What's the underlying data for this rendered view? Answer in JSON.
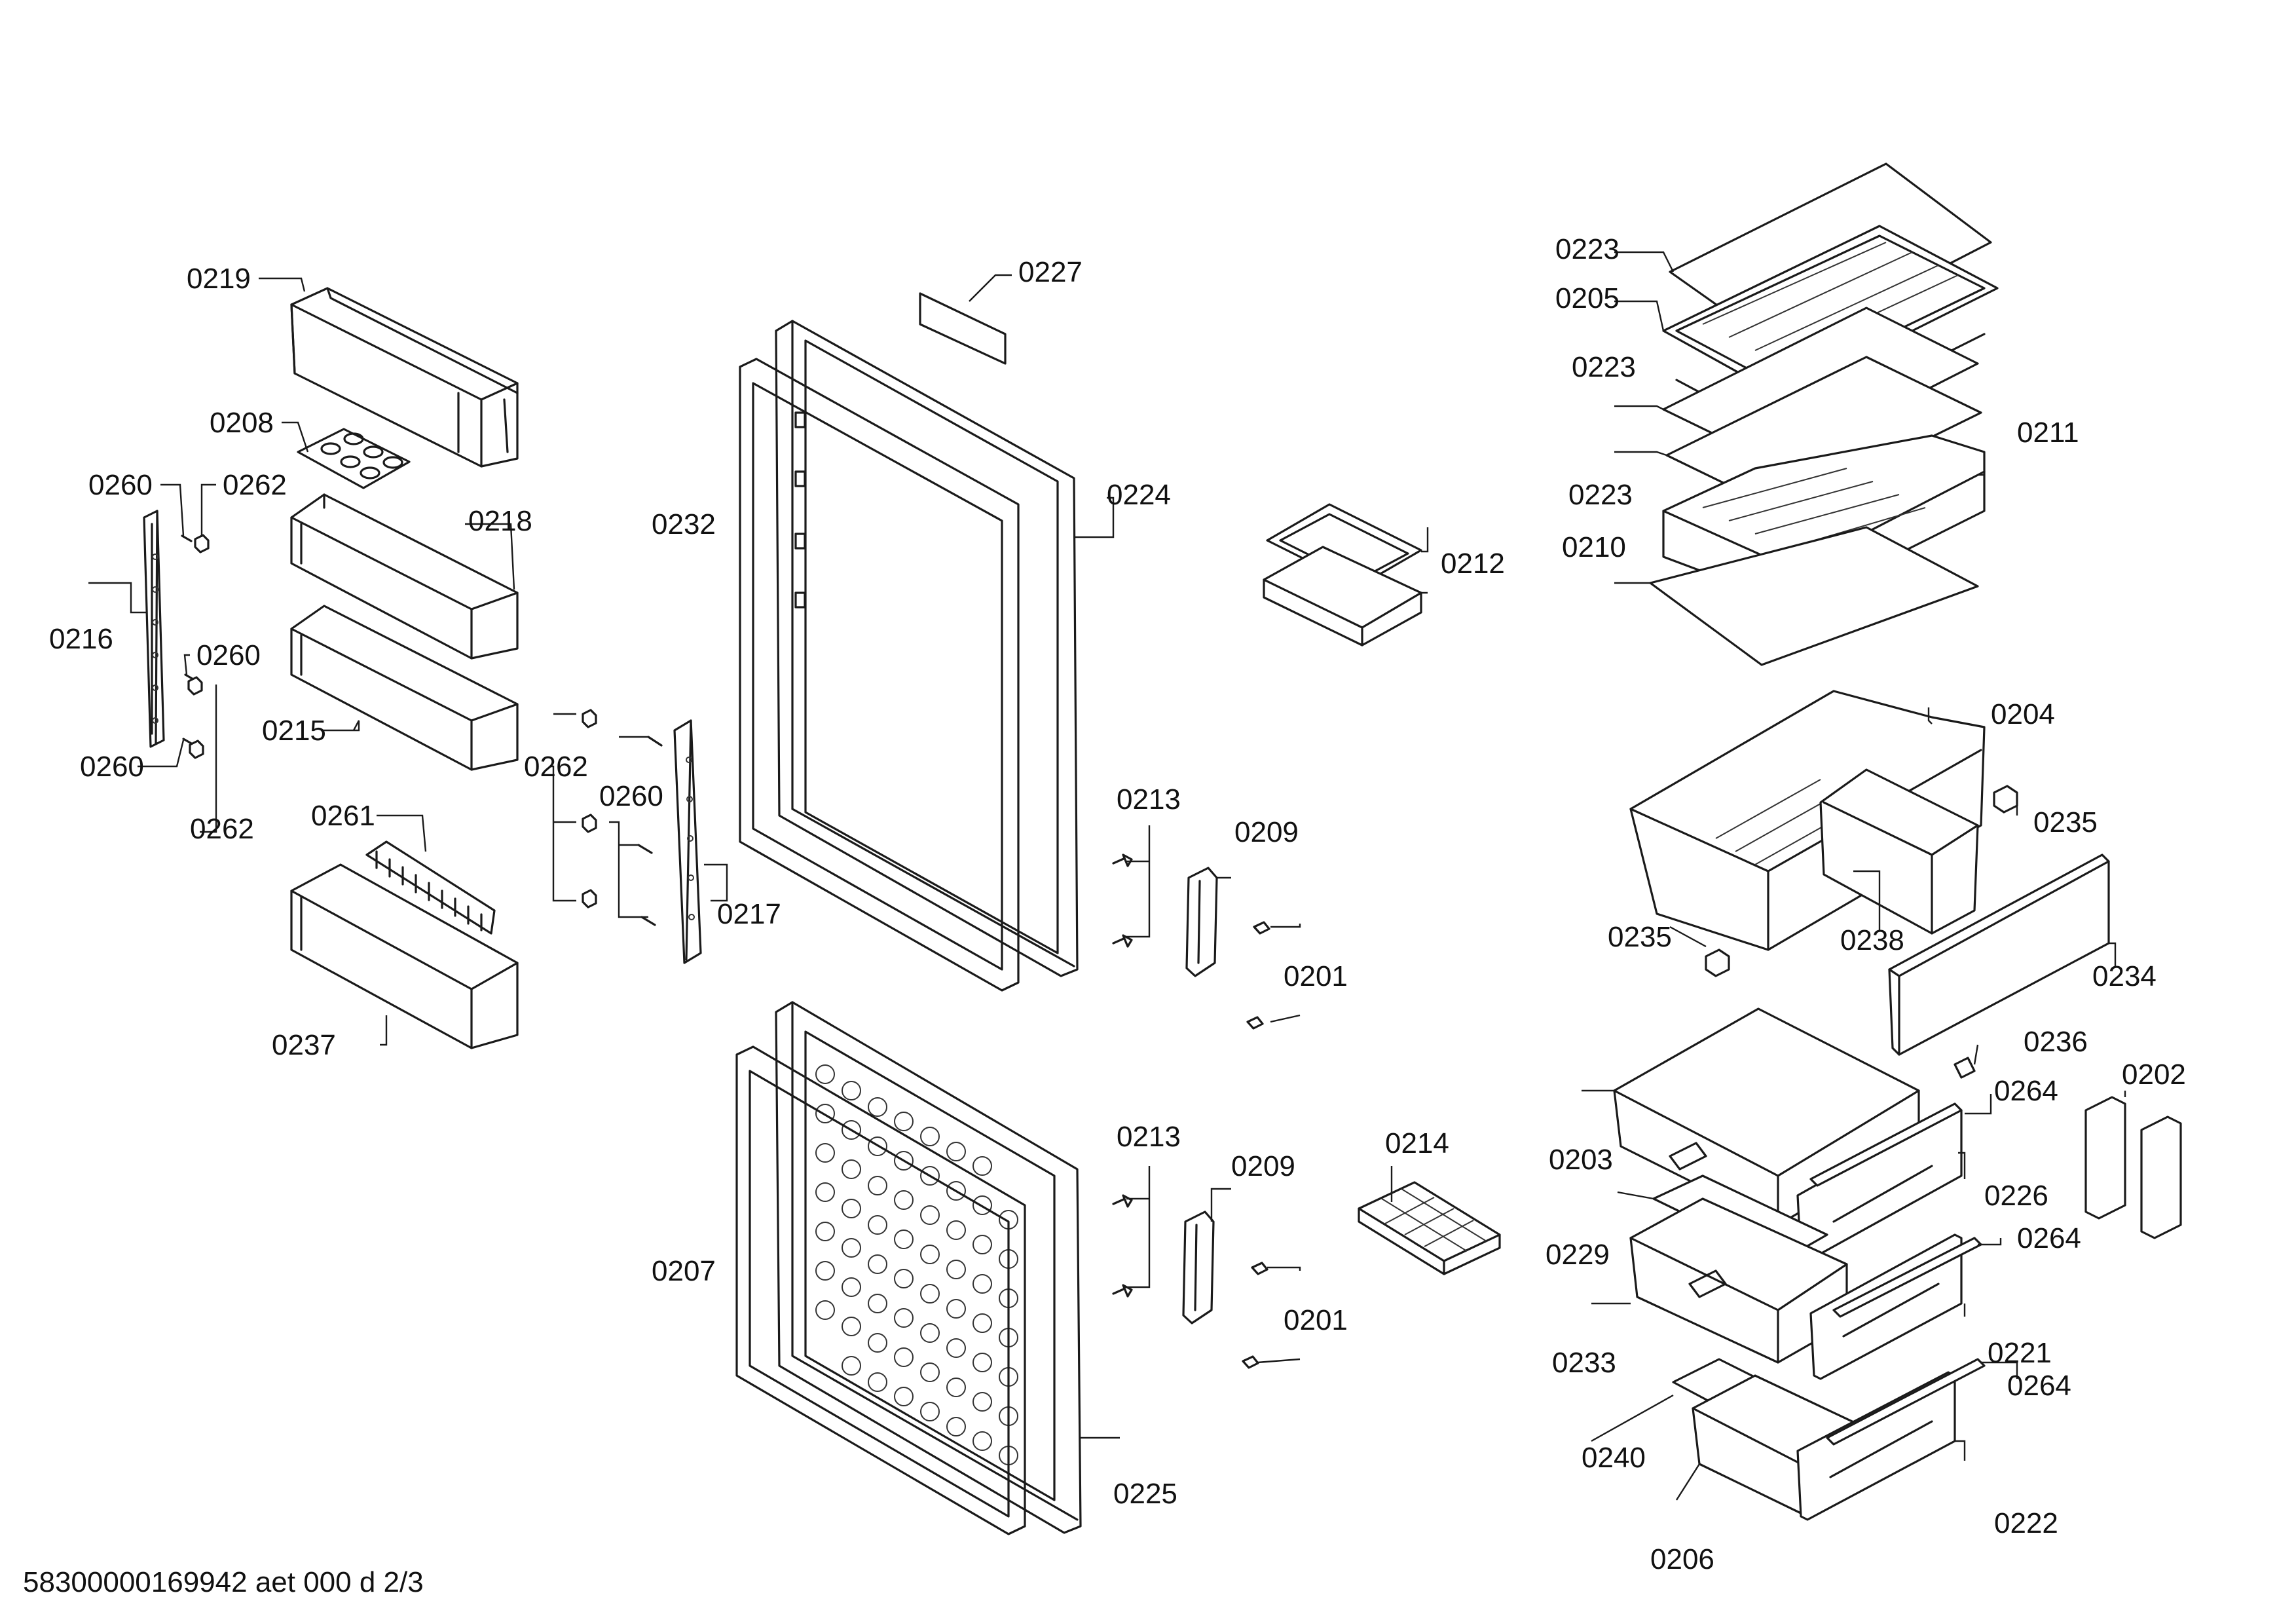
{
  "footer": {
    "text": "58300000169942 aet 000 d 2/3"
  },
  "callouts": [
    {
      "id": "0219",
      "text": "0219"
    },
    {
      "id": "0208",
      "text": "0208"
    },
    {
      "id": "0260a",
      "text": "0260"
    },
    {
      "id": "0262a",
      "text": "0262"
    },
    {
      "id": "0218",
      "text": "0218"
    },
    {
      "id": "0216",
      "text": "0216"
    },
    {
      "id": "0260b",
      "text": "0260"
    },
    {
      "id": "0215",
      "text": "0215"
    },
    {
      "id": "0260c",
      "text": "0260"
    },
    {
      "id": "0262b",
      "text": "0262"
    },
    {
      "id": "0261",
      "text": "0261"
    },
    {
      "id": "0237",
      "text": "0237"
    },
    {
      "id": "0262c",
      "text": "0262"
    },
    {
      "id": "0260d",
      "text": "0260"
    },
    {
      "id": "0217",
      "text": "0217"
    },
    {
      "id": "0227",
      "text": "0227"
    },
    {
      "id": "0232",
      "text": "0232"
    },
    {
      "id": "0224",
      "text": "0224"
    },
    {
      "id": "0213a",
      "text": "0213"
    },
    {
      "id": "0209a",
      "text": "0209"
    },
    {
      "id": "0201a",
      "text": "0201"
    },
    {
      "id": "0212",
      "text": "0212"
    },
    {
      "id": "0207",
      "text": "0207"
    },
    {
      "id": "0225",
      "text": "0225"
    },
    {
      "id": "0213b",
      "text": "0213"
    },
    {
      "id": "0209b",
      "text": "0209"
    },
    {
      "id": "0201b",
      "text": "0201"
    },
    {
      "id": "0214",
      "text": "0214"
    },
    {
      "id": "0223a",
      "text": "0223"
    },
    {
      "id": "0205",
      "text": "0205"
    },
    {
      "id": "0223b",
      "text": "0223"
    },
    {
      "id": "0223c",
      "text": "0223"
    },
    {
      "id": "0211",
      "text": "0211"
    },
    {
      "id": "0210",
      "text": "0210"
    },
    {
      "id": "0204",
      "text": "0204"
    },
    {
      "id": "0235a",
      "text": "0235"
    },
    {
      "id": "0235b",
      "text": "0235"
    },
    {
      "id": "0238",
      "text": "0238"
    },
    {
      "id": "0234",
      "text": "0234"
    },
    {
      "id": "0236",
      "text": "0236"
    },
    {
      "id": "0202",
      "text": "0202"
    },
    {
      "id": "0264a",
      "text": "0264"
    },
    {
      "id": "0203",
      "text": "0203"
    },
    {
      "id": "0226",
      "text": "0226"
    },
    {
      "id": "0229",
      "text": "0229"
    },
    {
      "id": "0264b",
      "text": "0264"
    },
    {
      "id": "0233",
      "text": "0233"
    },
    {
      "id": "0221",
      "text": "0221"
    },
    {
      "id": "0264c",
      "text": "0264"
    },
    {
      "id": "0240",
      "text": "0240"
    },
    {
      "id": "0222",
      "text": "0222"
    },
    {
      "id": "0206",
      "text": "0206"
    }
  ]
}
